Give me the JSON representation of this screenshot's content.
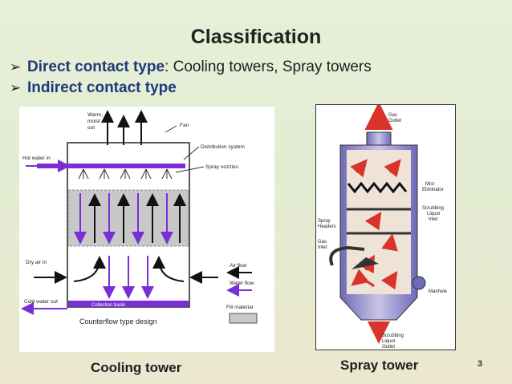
{
  "slide": {
    "title": "Classification",
    "bullets": [
      {
        "bold": "Direct contact type",
        "rest": ": Cooling towers, Spray towers"
      },
      {
        "bold": "Indirect contact type",
        "rest": ""
      }
    ],
    "bullet_glyph": "➢",
    "captions": {
      "left": "Cooling tower",
      "right": "Spray tower"
    },
    "page_number": "3"
  },
  "cooling_tower": {
    "labels": {
      "warm_air_1": "Warm,",
      "warm_air_2": "moist air",
      "warm_air_3": "out",
      "fan": "Fan",
      "distribution": "Distribution system",
      "spray_nozzles": "Spray nozzles",
      "hot_water_in": "Hot water in",
      "dry_air_in": "Dry air in",
      "air_flow": "Air flow",
      "water_flow": "Water flow",
      "fill_material": "Fill material",
      "cold_water_out": "Cold water out",
      "collection_basin": "Collection basin",
      "caption": "Counterflow type design"
    },
    "colors": {
      "water": "#7a2fd6",
      "air": "#111111",
      "fill": "#c8c8c8"
    }
  },
  "spray_tower": {
    "labels": {
      "gas_outlet_1": "Gas",
      "gas_outlet_2": "Outlet",
      "mist_1": "Mist",
      "mist_2": "Eliminator",
      "scrub_in_1": "Scrubbing",
      "scrub_in_2": "Liquor",
      "scrub_in_3": "Inlet",
      "spray_h_1": "Spray",
      "spray_h_2": "Headers",
      "gas_in_1": "Gas",
      "gas_in_2": "Inlet",
      "manhole": "Manhole",
      "scrub_out_1": "Scrubbing",
      "scrub_out_2": "Liquor",
      "scrub_out_3": "Outlet"
    },
    "colors": {
      "arrow": "#d9342b",
      "body": "#6e6ab8"
    }
  }
}
